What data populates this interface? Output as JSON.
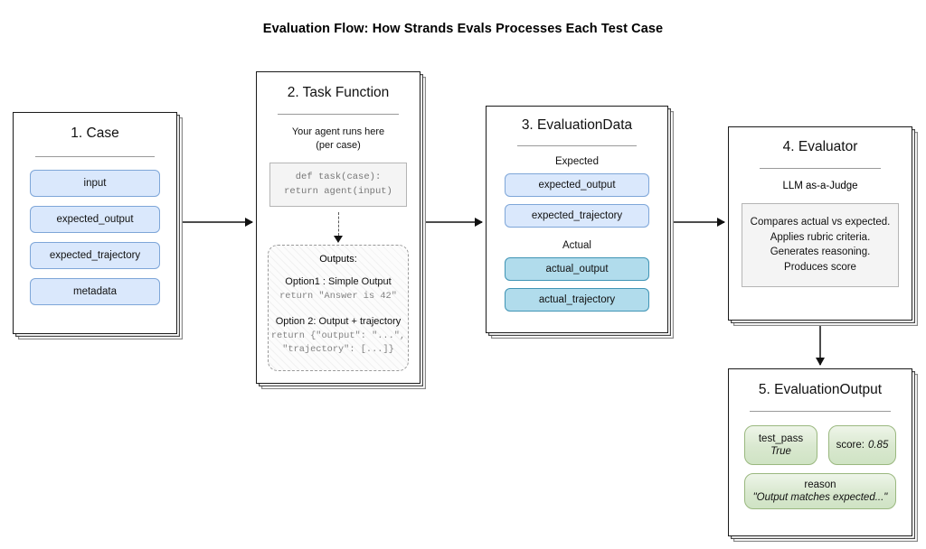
{
  "title": "Evaluation Flow: How Strands Evals Processes Each Test Case",
  "colors": {
    "pill_blue_fill": "#dae8fc",
    "pill_blue_border": "#7ea6d8",
    "pill_cyan_fill": "#b1dcec",
    "pill_cyan_border": "#3f94b5",
    "pill_green_fill": "#d9e8cf",
    "pill_green_border": "#9ab87f",
    "panel_gray_fill": "#f4f4f4",
    "card_border": "#1a1a1a"
  },
  "steps": {
    "case": {
      "title": "1. Case",
      "fields": [
        {
          "label": "input"
        },
        {
          "label": "expected_output"
        },
        {
          "label": "expected_trajectory"
        },
        {
          "label": "metadata"
        }
      ]
    },
    "task_function": {
      "title": "2. Task Function",
      "note_line1": "Your agent runs here",
      "note_line2": "(per case)",
      "code_line1": "def task(case):",
      "code_line2": "return agent(input)",
      "outputs": {
        "heading": "Outputs:",
        "option1_label": "Option1 : Simple Output",
        "option1_code": "return \"Answer is 42\"",
        "option2_label": "Option 2: Output + trajectory",
        "option2_code_line1": "return {\"output\": \"...\",",
        "option2_code_line2": "\"trajectory\": [...]}"
      }
    },
    "evaluation_data": {
      "title": "3. EvaluationData",
      "expected_label": "Expected",
      "expected_fields": [
        {
          "label": "expected_output"
        },
        {
          "label": "expected_trajectory"
        }
      ],
      "actual_label": "Actual",
      "actual_fields": [
        {
          "label": "actual_output"
        },
        {
          "label": "actual_trajectory"
        }
      ]
    },
    "evaluator": {
      "title": "4. Evaluator",
      "subtitle": "LLM as-a-Judge",
      "details": [
        "Compares actual vs expected.",
        "Applies rubric criteria.",
        "Generates reasoning.",
        "Produces score"
      ]
    },
    "evaluation_output": {
      "title": "5. EvaluationOutput",
      "test_pass_label": "test_pass",
      "test_pass_value": "True",
      "score_label": "score:",
      "score_value": "0.85",
      "reason_label": "reason",
      "reason_value": "\"Output matches expected...\""
    }
  }
}
